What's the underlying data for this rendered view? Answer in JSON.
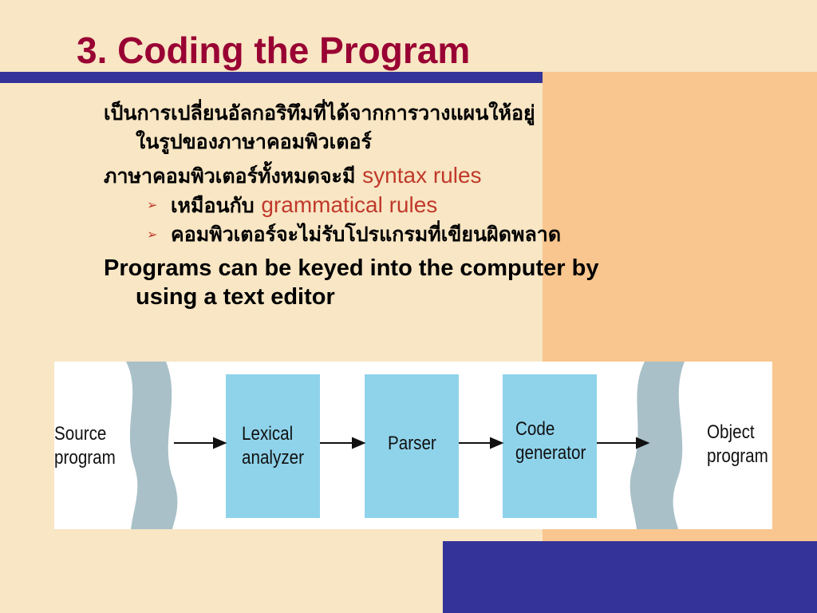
{
  "slide": {
    "title": "3. Coding the Program",
    "bullets": {
      "b1_line1": "เป็นการเปลี่ยนอัลกอริทึมที่ได้จากการวางแผนให้อยู่",
      "b1_line2": "ในรูปของภาษาคอมพิวเตอร์",
      "b2_text": "ภาษาคอมพิวเตอร์ทั้งหมดจะมี",
      "b2_red": "syntax rules",
      "sub1_text": "เหมือนกับ",
      "sub1_red": "grammatical rules",
      "sub2_text": "คอมพิวเตอร์จะไม่รับโปรแกรมที่เขียนผิดพลาด",
      "b3_line1": "Programs can be keyed into the computer by",
      "b3_line2": "using a text editor"
    },
    "colors": {
      "title": "#990033",
      "accent_blue": "#333399",
      "red_text": "#c0392b",
      "box": "#8fd3eb",
      "wave": "#a9c0c8"
    }
  },
  "diagram": {
    "source": [
      "Source",
      "program"
    ],
    "lexical": [
      "Lexical",
      "analyzer"
    ],
    "parser": [
      "Parser"
    ],
    "codegen": [
      "Code",
      "generator"
    ],
    "object": [
      "Object",
      "program"
    ]
  }
}
